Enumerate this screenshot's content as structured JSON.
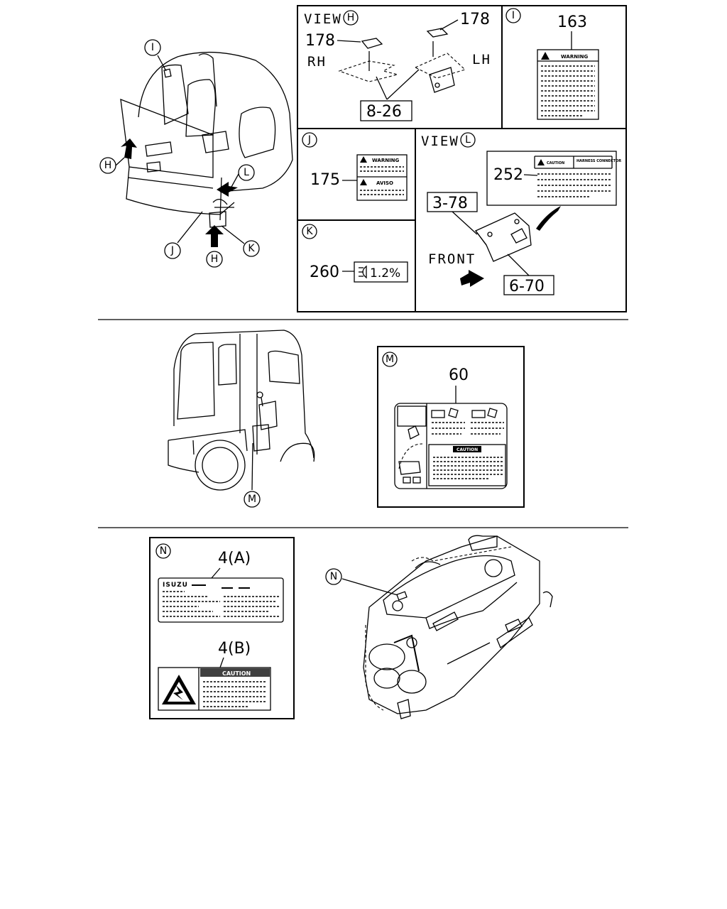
{
  "callouts": {
    "I": "I",
    "H": "H",
    "J": "J",
    "K": "K",
    "L": "L",
    "M": "M",
    "N": "N"
  },
  "view_h": {
    "title": "VIEW",
    "part_178_left": "178",
    "part_178_right": "178",
    "side_rh": "RH",
    "side_lh": "LH",
    "ref_box": "8-26"
  },
  "panel_i": {
    "part": "163",
    "label_heading": "WARNING"
  },
  "panel_j": {
    "part": "175",
    "label_line1": "WARNING",
    "label_line2": "AVISO"
  },
  "panel_k": {
    "part": "260",
    "label_value": "1.2%"
  },
  "view_l": {
    "title": "VIEW",
    "part": "252",
    "label_caution": "CAUTION",
    "label_harness": "HARNESS CONNECTOR",
    "ref_box_1": "3-78",
    "ref_box_2": "6-70",
    "front": "FRONT"
  },
  "panel_m": {
    "part": "60",
    "label_caution": "CAUTION"
  },
  "panel_n": {
    "part_a": "4(A)",
    "part_b": "4(B)",
    "label_brand": "ISUZU",
    "label_caution": "CAUTION"
  }
}
